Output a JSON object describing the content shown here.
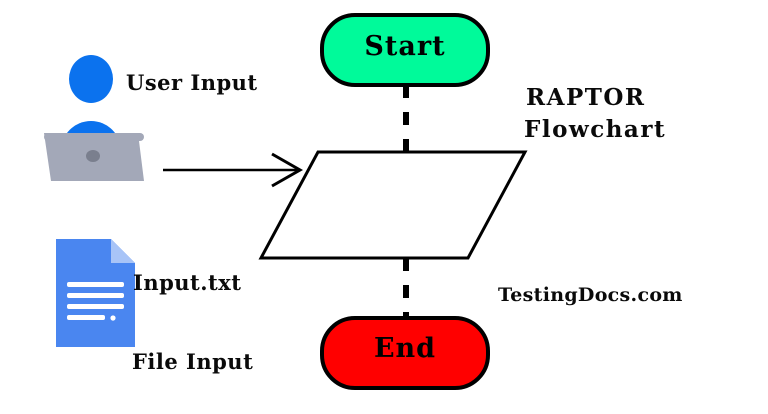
{
  "diagram": {
    "title_line1": "RAPTOR",
    "title_line2": "Flowchart",
    "watermark": "TestingDocs.com",
    "background_color": "#FFFFFF"
  },
  "nodes": [
    {
      "id": "start",
      "label": "Start",
      "shape": "rounded-rectangle",
      "fill_color": "#00FA9A",
      "stroke_color": "#000000"
    },
    {
      "id": "input-output",
      "label": "",
      "shape": "parallelogram",
      "fill_color": "#FFFFFF",
      "stroke_color": "#000000"
    },
    {
      "id": "end",
      "label": "End",
      "shape": "rounded-rectangle",
      "fill_color": "#FF0000",
      "stroke_color": "#000000"
    }
  ],
  "connectors": [
    {
      "id": "start-to-io",
      "style": "dashed",
      "color": "#000000",
      "from": "start",
      "to": "input-output"
    },
    {
      "id": "io-to-end",
      "style": "dashed",
      "color": "#000000",
      "from": "input-output",
      "to": "end"
    },
    {
      "id": "user-to-io",
      "style": "solid-arrow",
      "color": "#000000",
      "from": "user-icon",
      "to": "input-output"
    }
  ],
  "annotations": {
    "user_input_label": "User Input",
    "input_file_label": "Input.txt",
    "file_input_label": "File Input"
  },
  "icons": {
    "user": {
      "name": "user-at-laptop-icon",
      "head_color": "#0B72EE",
      "body_color": "#0B72EE",
      "laptop_color": "#A3A8B8",
      "laptop_dot_color": "#7A7F8E"
    },
    "file": {
      "name": "text-file-icon",
      "page_color": "#4A86F0",
      "fold_color": "#A8C4F7",
      "line_color": "#FFFFFF"
    }
  }
}
